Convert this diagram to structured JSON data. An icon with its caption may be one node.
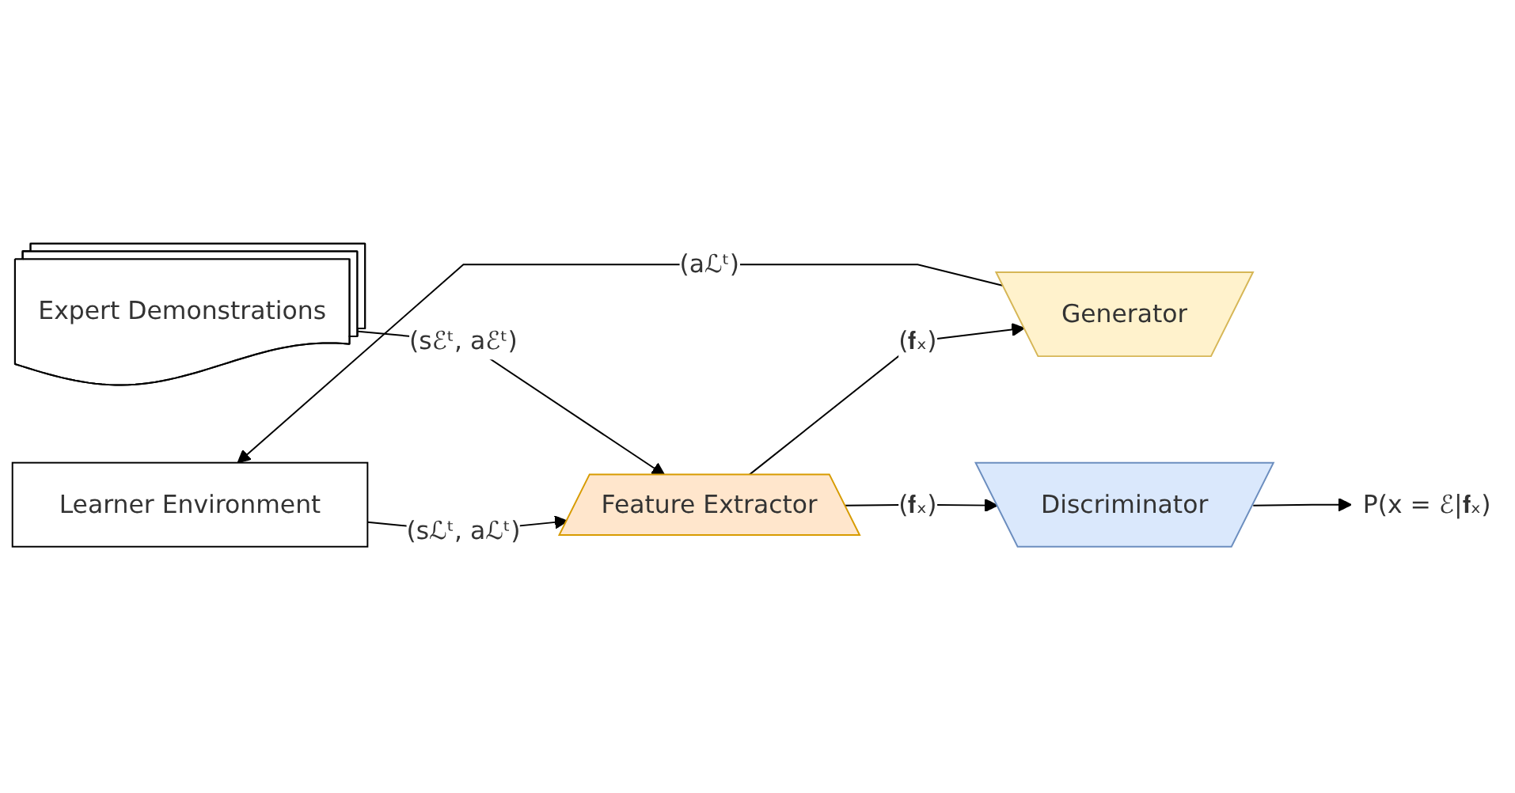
{
  "diagram": {
    "nodes": [
      {
        "text": [
          "Learner Environment"
        ]
      },
      {
        "text": [
          "Expert Demonstrations"
        ]
      },
      {
        "text": [
          "Feature Extractor"
        ]
      },
      {
        "text": [
          "Generator"
        ]
      },
      {
        "text": [
          "Discriminator"
        ]
      },
      {
        "text": [
          "P(x = ℰ|𝐟ₓ)"
        ]
      }
    ],
    "edges": [
      {
        "from": 0,
        "to": 2,
        "arrow": "to",
        "label": "(sℒᵗ, aℒᵗ)"
      },
      {
        "from": 1,
        "to": 2,
        "arrow": "to",
        "label": "(sℰᵗ, aℰᵗ)"
      },
      {
        "from": 2,
        "to": 3,
        "arrow": "to",
        "label": "(𝐟ₓ)"
      },
      {
        "from": 2,
        "to": 4,
        "arrow": "to",
        "label": "(𝐟ₓ)"
      },
      {
        "from": 3,
        "to": 0,
        "arrow": "to",
        "label": "(aℒᵗ)"
      },
      {
        "from": 4,
        "to": 5,
        "arrow": "to"
      }
    ]
  }
}
